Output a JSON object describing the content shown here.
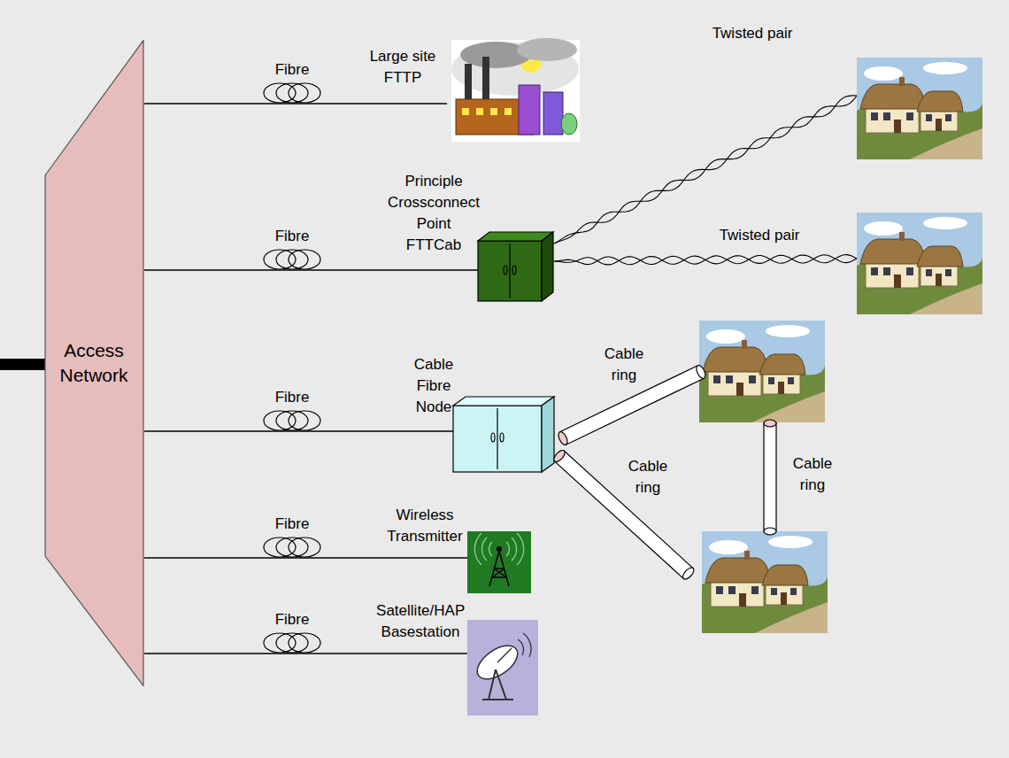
{
  "diagram": {
    "nodes": [
      {
        "text": [
          "Access Network"
        ]
      },
      {
        "text": [
          "Large site FTTP"
        ]
      },
      {
        "text": [
          "Principle Crossconnect Point FTTCab"
        ]
      },
      {
        "text": [
          "Cable Fibre Node"
        ]
      },
      {
        "text": [
          "Wireless Transmitter"
        ]
      },
      {
        "text": [
          "Satellite/HAP Basestation"
        ]
      }
    ],
    "edges": [
      {
        "from": 0,
        "to": 1,
        "arrow": "none",
        "label": "Fibre"
      },
      {
        "from": 0,
        "to": 2,
        "arrow": "none",
        "label": "Fibre"
      },
      {
        "from": 0,
        "to": 3,
        "arrow": "none",
        "label": "Fibre"
      },
      {
        "from": 0,
        "to": 4,
        "arrow": "none",
        "label": "Fibre"
      },
      {
        "from": 0,
        "to": 5,
        "arrow": "none",
        "label": "Fibre"
      }
    ],
    "labels": [
      "Twisted pair",
      "Twisted pair",
      "Cable ring",
      "Cable ring",
      "Cable ring"
    ]
  }
}
